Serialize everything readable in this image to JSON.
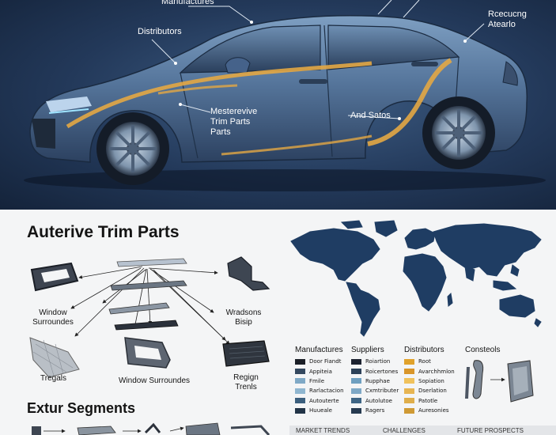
{
  "hero": {
    "callouts": {
      "top": "Manufactures",
      "right": "Rcecucng\nAtearlo",
      "distributors": "Distributors",
      "center": "Mesterevive\nTrim Parts\nParts",
      "rear": "And Satos"
    }
  },
  "lower": {
    "title": "Auterive Trim Parts",
    "segments_title": "Extur Segments",
    "part_labels": {
      "window": "Window\nSurroundes",
      "wradsons": "Wradsons\nBisip",
      "tregals": "Tregals",
      "window_surrounds": "Window Surroundes",
      "region": "Regign\nTrenls"
    },
    "legend": [
      {
        "header": "Manufactures",
        "items": [
          {
            "label": "Door Fiandt",
            "color": "#1b1f27"
          },
          {
            "label": "Appiteia",
            "color": "#34485f"
          },
          {
            "label": "Fmile",
            "color": "#7fa9c6"
          },
          {
            "label": "Rarlactacion",
            "color": "#8fb6d0"
          },
          {
            "label": "Autouterte",
            "color": "#3b5f7e"
          },
          {
            "label": "Huueale",
            "color": "#223447"
          }
        ]
      },
      {
        "header": "Suppliers",
        "items": [
          {
            "label": "Roiartion",
            "color": "#1c2230"
          },
          {
            "label": "Roicertones",
            "color": "#2c4158"
          },
          {
            "label": "Rupphae",
            "color": "#6e9fc0"
          },
          {
            "label": "Cxmtributer",
            "color": "#7ea8c6"
          },
          {
            "label": "Autolutoe",
            "color": "#3e6585"
          },
          {
            "label": "Ragers",
            "color": "#263a50"
          }
        ]
      },
      {
        "header": "Distributors",
        "items": [
          {
            "label": "Root",
            "color": "#e0a22b"
          },
          {
            "label": "Avarchhmlon",
            "color": "#d9962a"
          },
          {
            "label": "Sopiation",
            "color": "#f0c25c"
          },
          {
            "label": "Dserlation",
            "color": "#e7b552"
          },
          {
            "label": "Patotle",
            "color": "#dfae4b"
          },
          {
            "label": "Auresonies",
            "color": "#cf9a35"
          }
        ]
      },
      {
        "header": "Consteols",
        "items": []
      }
    ],
    "bottom_bar": [
      "MARKET TRENDS",
      "CHALLENGES",
      "FUTURE PROSPECTS"
    ]
  }
}
